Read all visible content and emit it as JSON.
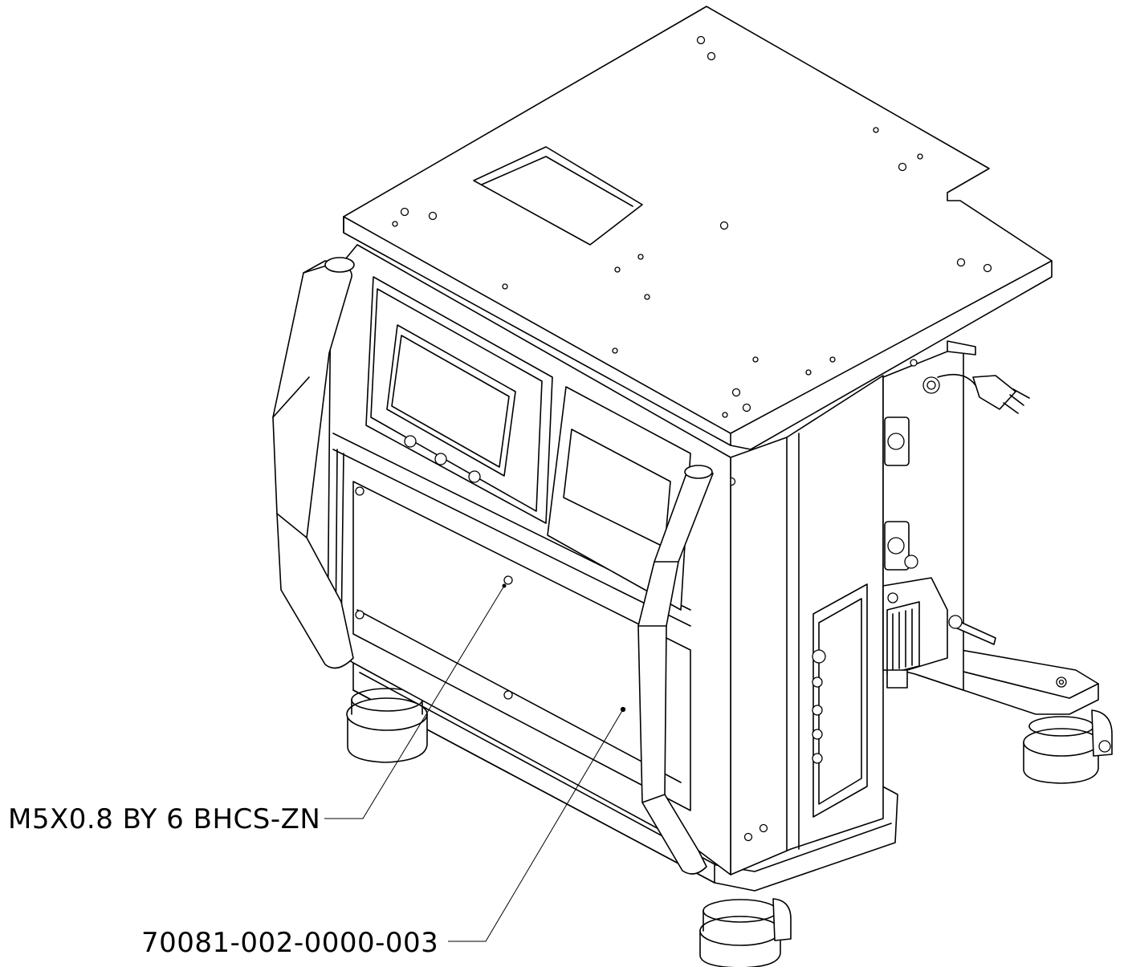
{
  "callouts": [
    {
      "id": "screw",
      "label": "M5X0.8 BY 6 BHCS-ZN"
    },
    {
      "id": "panel",
      "label": "70081-002-0000-003"
    }
  ],
  "colors": {
    "line": "#000000",
    "background": "#ffffff"
  }
}
